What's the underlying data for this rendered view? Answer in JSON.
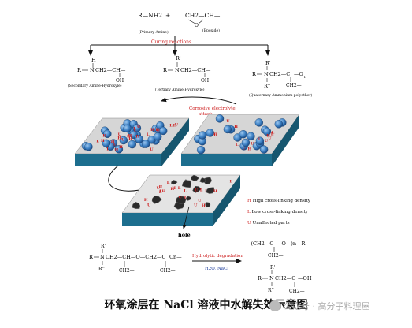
{
  "top": {
    "amine_formula": "R—NH2",
    "plus": "+",
    "epoxide_formula": "CH2—CH—",
    "epoxide_o": "O",
    "amine_label": "(Primary Amine)",
    "epoxide_label": "(Epoxide)",
    "curing_label": "Curing reactions"
  },
  "products": {
    "secondary": {
      "h": "H",
      "r": "R",
      "n": "N",
      "chain": "CH2—CH—",
      "oh": "OH",
      "label": "(Secondary Amine-Hydroxyle)"
    },
    "tertiary": {
      "r_top": "R'",
      "r": "R",
      "n": "N",
      "chain": "CH2—CH—",
      "oh": "OH",
      "label": "(Tertiary Amine-Hydroxyle)"
    },
    "quaternary": {
      "r1": "R'",
      "r": "R",
      "r2": "R''",
      "n": "N",
      "chain": "CH2—C",
      "o": "—O",
      "n_sub": "n",
      "ch2": "CH2—",
      "label": "(Quaternary Ammonium polyether)"
    }
  },
  "attack_label": [
    "Corrosive electrolyte",
    "attack"
  ],
  "legend": [
    {
      "key": "H",
      "text": "High cross-linking density"
    },
    {
      "key": "L",
      "text": "Low cross-linking density"
    },
    {
      "key": "U",
      "text": "Unaffected parts"
    }
  ],
  "hole_label": "hole",
  "fragment": {
    "left": "—(CH2—C",
    "right": "—O—)n—R",
    "ch2": "CH2—"
  },
  "bottom": {
    "left_formula_chain": "CH2—CH—O—CH2—C",
    "left_cn": "Cn—",
    "left_r": "R",
    "left_r1": "R'",
    "left_r2": "R''",
    "left_n": "N",
    "left_ch2a": "CH2—",
    "left_ch2b": "CH2—",
    "arrow_top": "Hydrolytic degradation",
    "arrow_bottom": "H2O, NaCl",
    "right_chain": "CH2—C",
    "right_oh": "—OH",
    "right_r": "R",
    "right_r1": "R'",
    "right_r2": "R''",
    "right_n": "N",
    "right_ch2": "CH2—",
    "right_plus": "+"
  },
  "caption": "环氧涂层在 NaCl 溶液中水解失效示意图",
  "watermark": "公众号 · 高分子料理屋",
  "colors": {
    "panel_top": "#d8d8d8",
    "panel_side": "#1d6e8e",
    "blue_sphere": "#3f83c6",
    "dark_blob": "#2a2a2a",
    "red_text": "#cc1a1a",
    "blue_text": "#1a3a9a"
  }
}
